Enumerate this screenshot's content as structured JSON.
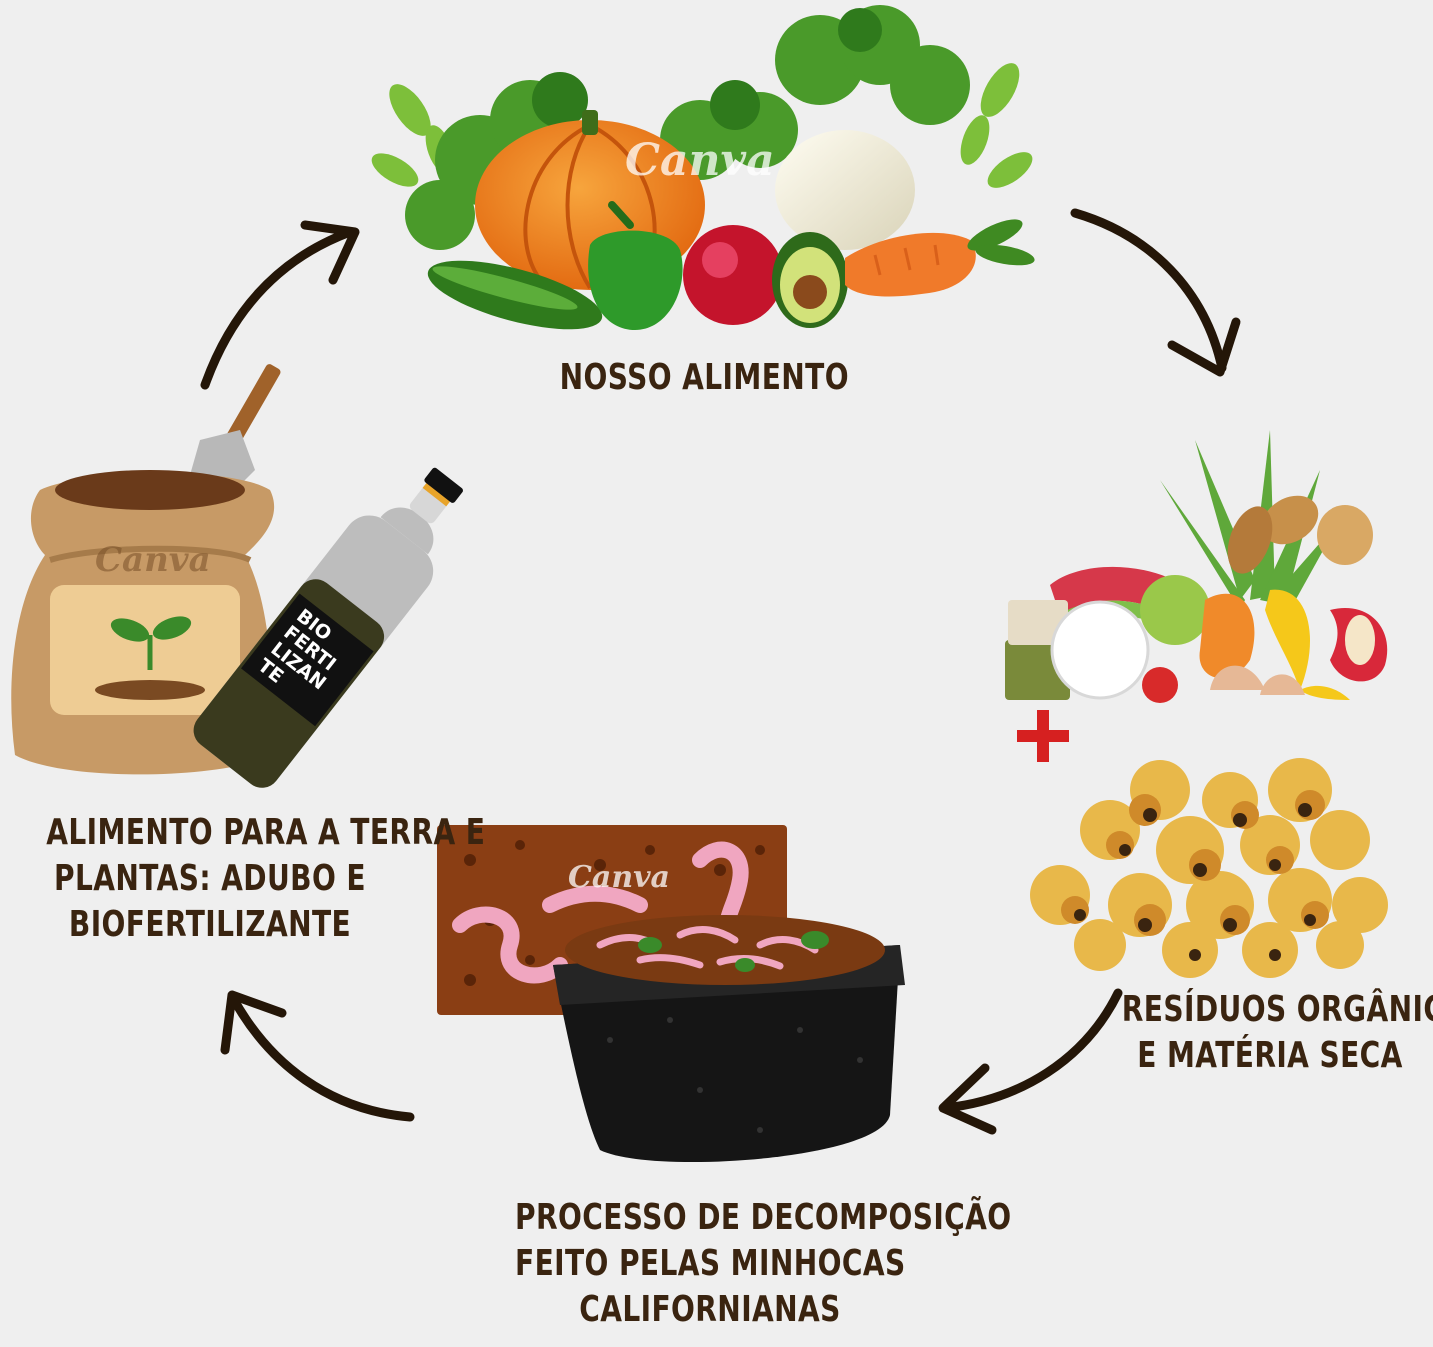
{
  "labels": {
    "food": [
      "NOSSO ALIMENTO"
    ],
    "waste": [
      "RESÍDUOS ORGÂNICOS",
      "E MATÉRIA SECA"
    ],
    "process": [
      "PROCESSO DE DECOMPOSIÇÃO",
      "FEITO PELAS MINHOCAS",
      "CALIFORNIANAS"
    ],
    "soil": [
      "ALIMENTO PARA A TERRA E",
      "PLANTAS: ADUBO E",
      "BIOFERTILIZANTE"
    ]
  },
  "bottle_label": [
    "BIO",
    "FERTI",
    "LIZAN",
    "TE"
  ],
  "watermark": "Canva",
  "colors": {
    "background": "#efefef",
    "label_text": "#3a2410",
    "arrow": "#241608",
    "plus": "#d62020"
  },
  "icons": [
    "vegetables-cluster",
    "organic-waste-pile",
    "dry-leaves-pile",
    "worm-bin",
    "soil-sack",
    "fertilizer-bottle",
    "shovel",
    "cycle-arrow",
    "plus-sign"
  ]
}
